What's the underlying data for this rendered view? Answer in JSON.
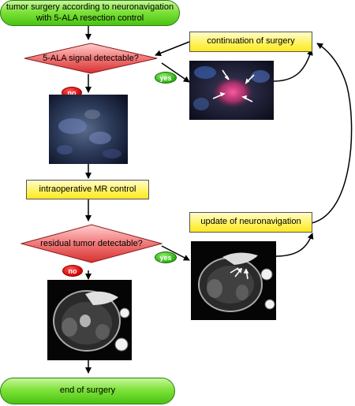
{
  "nodes": {
    "start": "tumor surgery according to neuronavigation with 5-ALA resection control",
    "decision1": "5-ALA signal detectable?",
    "continuation": "continuation of surgery",
    "mr_control": "intraoperative MR control",
    "decision2": "residual tumor detectable?",
    "update_nav": "update of neuronavigation",
    "end": "end of surgery"
  },
  "labels": {
    "no1": "no",
    "yes1": "yes",
    "no2": "no",
    "yes2": "yes"
  },
  "colors": {
    "terminal_green": "#49c312",
    "process_yellow": "#ffe81f",
    "decision_red": "#e04040",
    "no_red": "#d40000",
    "yes_green": "#2fae14"
  }
}
